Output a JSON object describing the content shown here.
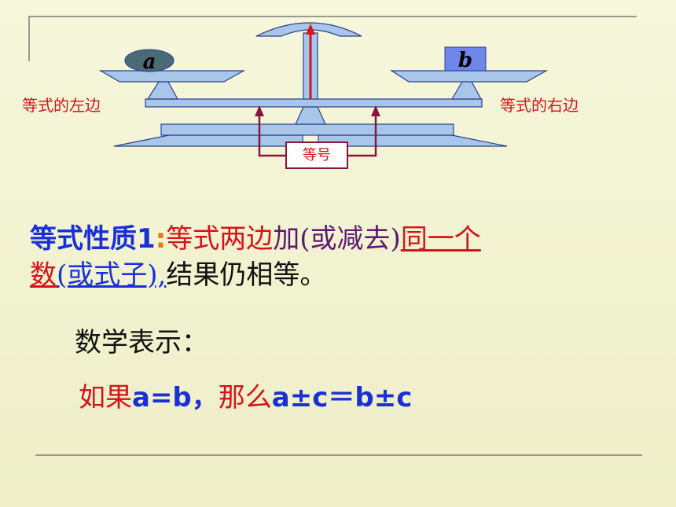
{
  "diagram": {
    "left_label": "等式的左边",
    "right_label": "等式的右边",
    "equal_sign_label": "等号",
    "weight_left": "a",
    "weight_right": "b"
  },
  "property": {
    "line1": {
      "title": "等式性质1",
      "sep": ":",
      "part_red": "等式两边",
      "part_purple": "加(或减去)",
      "part_red_underline": "同一个"
    },
    "line2": {
      "part_red_underline": "数",
      "part_blue_underline": "(或式子),",
      "part_black": "结果仍相等。"
    }
  },
  "math": {
    "label": "数学表示：",
    "formula": {
      "if": "如果",
      "cond": "a=b",
      "comma": "，",
      "then": "那么",
      "result": "a±c＝b±c"
    }
  },
  "colors": {
    "scale_fill": "#a8c6ea",
    "scale_stroke": "#2a3f8f",
    "pointer": "#e0101a",
    "arrow": "#8a1440",
    "weight_a": "#4a6a78",
    "weight_b": "#6f86ea"
  }
}
